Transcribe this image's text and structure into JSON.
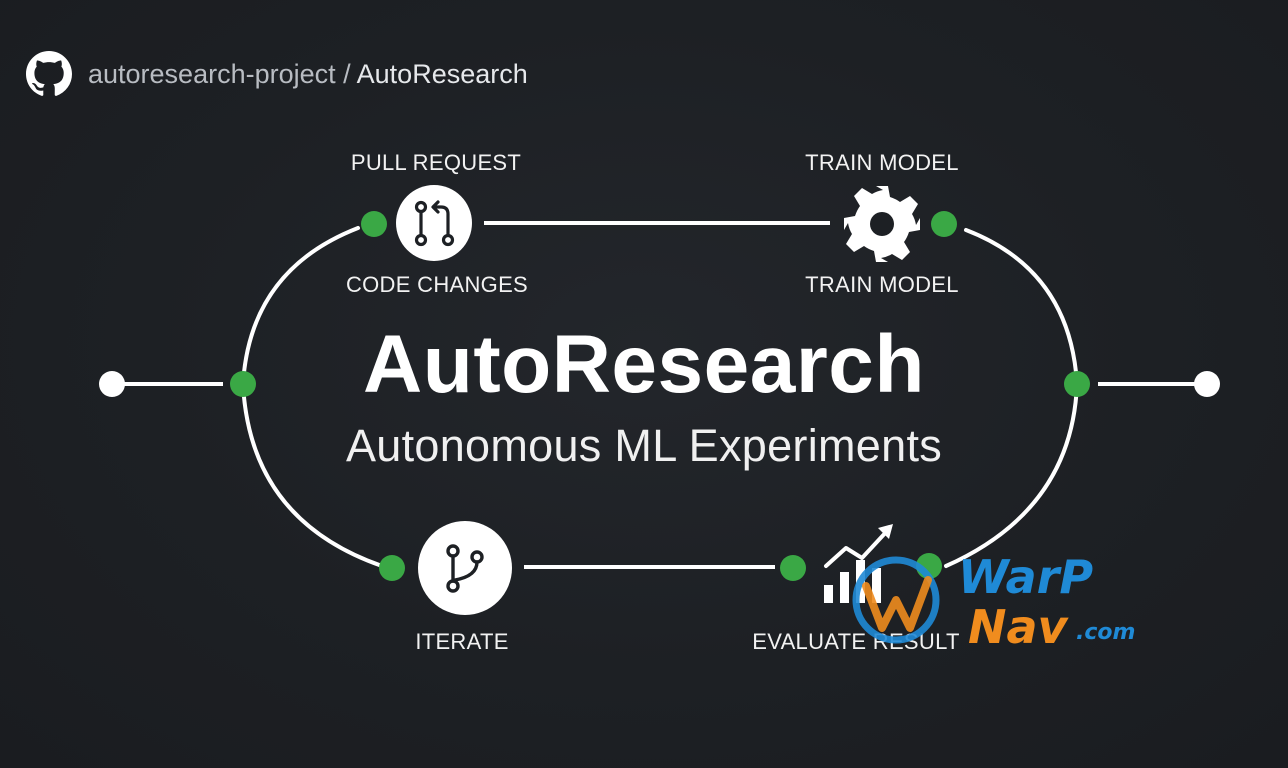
{
  "repo": {
    "owner": "autoresearch-project",
    "separator": " / ",
    "name": "AutoResearch",
    "icon": "github-icon"
  },
  "title": "AutoResearch",
  "subtitle": "Autonomous ML Experiments",
  "nodes": {
    "pull_request": {
      "top_label": "PULL REQUEST",
      "bottom_label": "CODE CHANGES",
      "icon": "pull-request-icon"
    },
    "train_model": {
      "top_label": "TRAIN MODEL",
      "bottom_label": "TRAIN MODEL",
      "icon": "gear-icon"
    },
    "iterate": {
      "bottom_label": "ITERATE",
      "icon": "branch-icon"
    },
    "evaluate": {
      "bottom_label": "EVALUATE RESULT",
      "icon": "chart-trend-icon"
    }
  },
  "colors": {
    "background": "#1d2024",
    "line": "#ffffff",
    "dot": "#3aa845",
    "watermark_blue": "#1f8ad6",
    "watermark_orange": "#f08c1e"
  },
  "watermark": {
    "line1": "WarP",
    "line2": "Nav",
    "suffix": ".com"
  }
}
